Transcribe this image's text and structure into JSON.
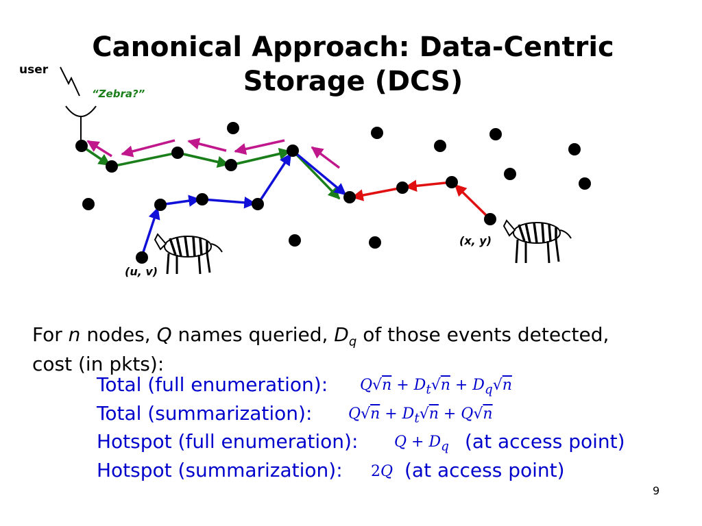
{
  "slide": {
    "title_line1": "Canonical Approach: Data-Centric",
    "title_line2": "Storage (DCS)",
    "page_number": "9"
  },
  "diagram": {
    "user_label": "user",
    "query_label": "“Zebra?”",
    "uv_label": "(u, v)",
    "xy_label": "(x, y)",
    "colors": {
      "green": "#1a7f1a",
      "magenta": "#c0188c",
      "blue": "#1010d8",
      "red": "#e01010",
      "query_text": "#1a7f1a"
    }
  },
  "text": {
    "for": "For",
    "n": "n",
    "nodes": "nodes,",
    "Q": "Q",
    "names_queried": "names queried,",
    "D": "D",
    "q": "q",
    "rest_line1": "of those events detected,",
    "line2": "cost (in pkts):",
    "total_full": "Total (full enumeration):",
    "total_summ": "Total (summarization):",
    "hotspot_full": "Hotspot (full enumeration):",
    "hotspot_summ": "Hotspot (summarization):",
    "at_access_1": "(at access point)",
    "at_access_2": "(at access point)"
  }
}
